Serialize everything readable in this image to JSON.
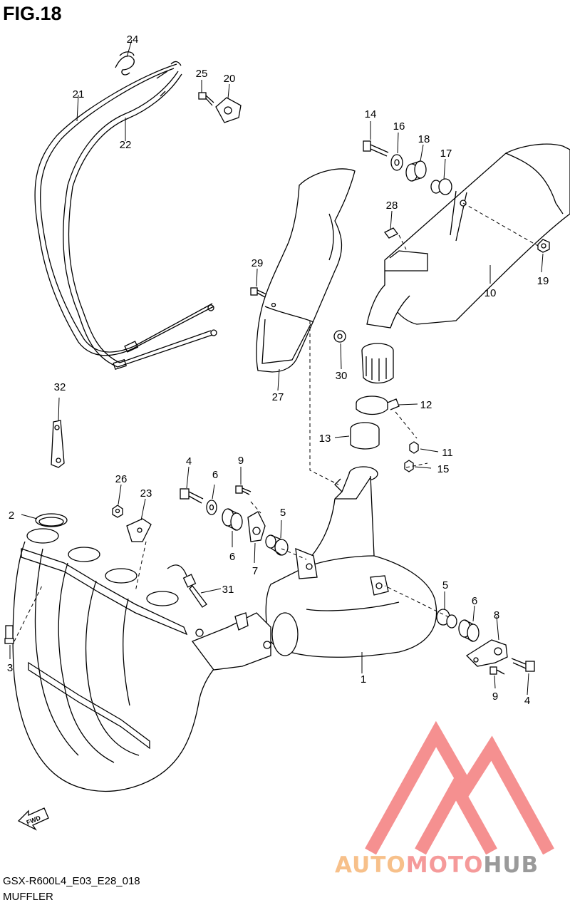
{
  "figure": {
    "title": "FIG.18",
    "code": "GSX-R600L4_E03_E28_018",
    "caption": "MUFFLER",
    "fwd_label": "FWD"
  },
  "callouts": [
    "1",
    "2",
    "3",
    "4",
    "4",
    "5",
    "5",
    "6",
    "6",
    "6",
    "7",
    "8",
    "9",
    "9",
    "10",
    "11",
    "12",
    "13",
    "14",
    "15",
    "16",
    "17",
    "18",
    "19",
    "20",
    "21",
    "22",
    "23",
    "24",
    "25",
    "26",
    "27",
    "28",
    "29",
    "30",
    "31",
    "32"
  ],
  "watermark": {
    "part1": "AUTO",
    "part2": "MOTO",
    "part3": "HUB",
    "colors": {
      "auto": "#f7c08a",
      "moto": "#f59a9a",
      "hub": "#9a9a9a",
      "logo": "#f26b6b"
    }
  }
}
